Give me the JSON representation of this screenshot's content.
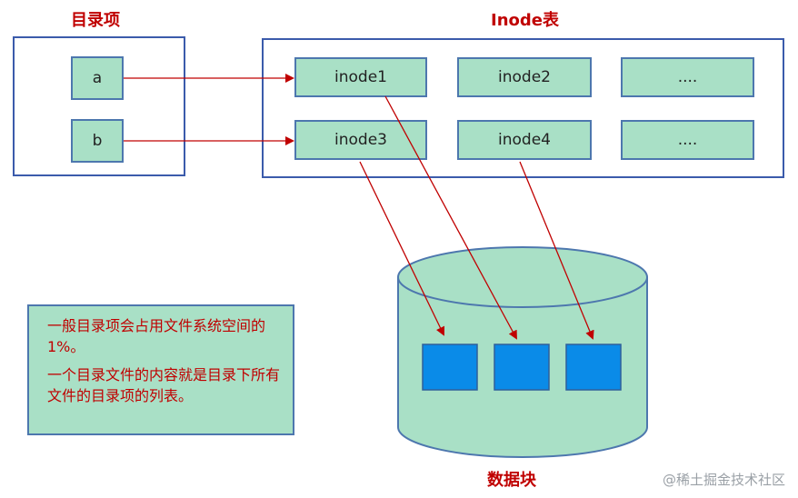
{
  "titles": {
    "directory": "目录项",
    "inode_table": "Inode表",
    "data_blocks": "数据块"
  },
  "directory_entries": [
    "a",
    "b"
  ],
  "inode_table": {
    "row1": [
      "inode1",
      "inode2",
      "...."
    ],
    "row2": [
      "inode3",
      "inode4",
      "...."
    ]
  },
  "note": {
    "line1": "一般目录项会占用文件系统空间的1%。",
    "line2": "一个目录文件的内容就是目录下所有文件的目录项的列表。"
  },
  "watermark": "@稀土掘金技术社区",
  "colors": {
    "title": "#c00000",
    "cell_fill": "#a9e0c6",
    "border": "#3b5bab",
    "arrow": "#c00000",
    "block": "#0a8be8"
  }
}
